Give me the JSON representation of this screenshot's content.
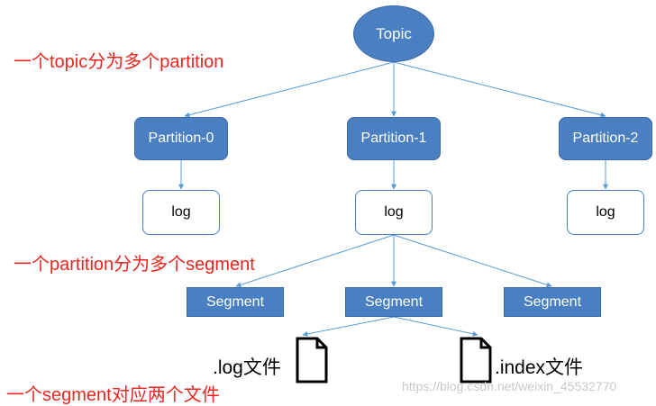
{
  "diagram": {
    "topic": "Topic",
    "partitions": [
      "Partition-0",
      "Partition-1",
      "Partition-2"
    ],
    "logs": [
      "log",
      "log",
      "log"
    ],
    "segments": [
      "Segment",
      "Segment",
      "Segment"
    ],
    "files": {
      "log_file": ".log文件",
      "index_file": ".index文件"
    }
  },
  "annotations": {
    "topic_note": "一个topic分为多个partition",
    "partition_note": "一个partition分为多个segment",
    "segment_note": "一个segment对应两个文件"
  },
  "watermark": "https://blog.csdn.net/weixin_45532770",
  "colors": {
    "node_fill": "#4a7fc1",
    "edge": "#5b9bd5",
    "annotation_text": "#e8261f"
  }
}
